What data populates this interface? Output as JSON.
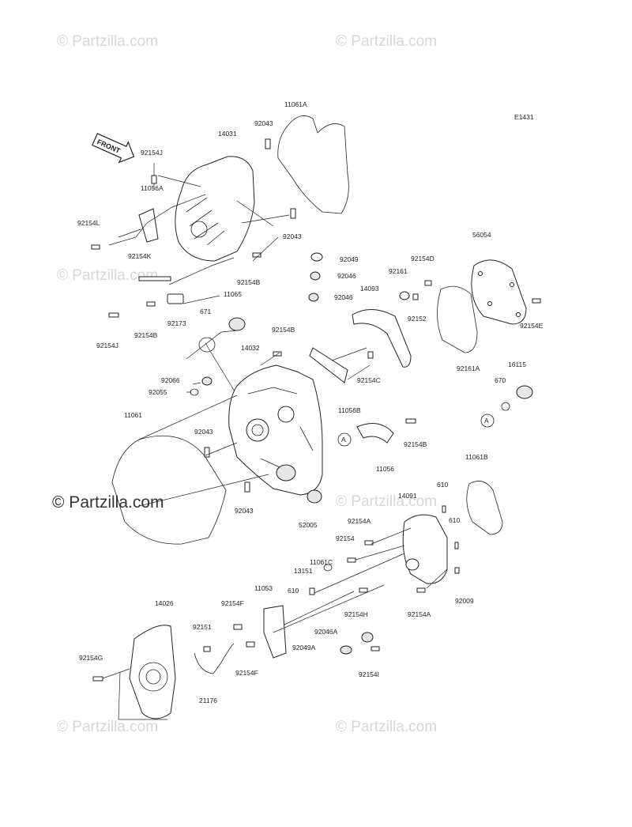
{
  "diagram": {
    "code": "E1431",
    "front_arrow_label": "FRONT",
    "watermark_text": "© Partzilla.com",
    "watermark_main": "© Partzilla.com",
    "callout_a": "A",
    "parts": {
      "p11061A": "11061A",
      "p92043a": "92043",
      "p14031": "14031",
      "p92154J_top": "92154J",
      "p11056A": "11056A",
      "p92154L": "92154L",
      "p92154K": "92154K",
      "p92043b": "92043",
      "p92154B_a": "92154B",
      "p92049a": "92049",
      "p92046a": "92046",
      "p92046b": "92046",
      "p92154D": "92154D",
      "p56054": "56054",
      "p92161": "92161",
      "p14093": "14093",
      "p92152": "92152",
      "p92154E": "92154E",
      "p11065": "11065",
      "p671": "671",
      "p92173": "92173",
      "p92154B_b": "92154B",
      "p92154J_bot": "92154J",
      "p92154B_c": "92154B",
      "p14032": "14032",
      "p92066": "92066",
      "p92055": "92055",
      "p92154C": "92154C",
      "p92161A": "92161A",
      "p16115": "16115",
      "p670": "670",
      "p11056B": "11056B",
      "p11061": "11061",
      "p92043c": "92043",
      "p92154B_d": "92154B",
      "p11056": "11056",
      "p11061B": "11061B",
      "p92043d": "92043",
      "p610a": "610",
      "p14091": "14091",
      "p52005": "52005",
      "p92154A_a": "92154A",
      "p610b": "610",
      "p92154": "92154",
      "p11061C": "11061C",
      "p13151": "13151",
      "p11053": "11053",
      "p610c": "610",
      "p92009": "92009",
      "p14026": "14026",
      "p92154F_a": "92154F",
      "p92154H": "92154H",
      "p92154A_b": "92154A",
      "p92151": "92151",
      "p92046A": "92046A",
      "p92154G": "92154G",
      "p92049A": "92049A",
      "p92154F_b": "92154F",
      "p92154I": "92154I",
      "p21176": "21176"
    }
  }
}
